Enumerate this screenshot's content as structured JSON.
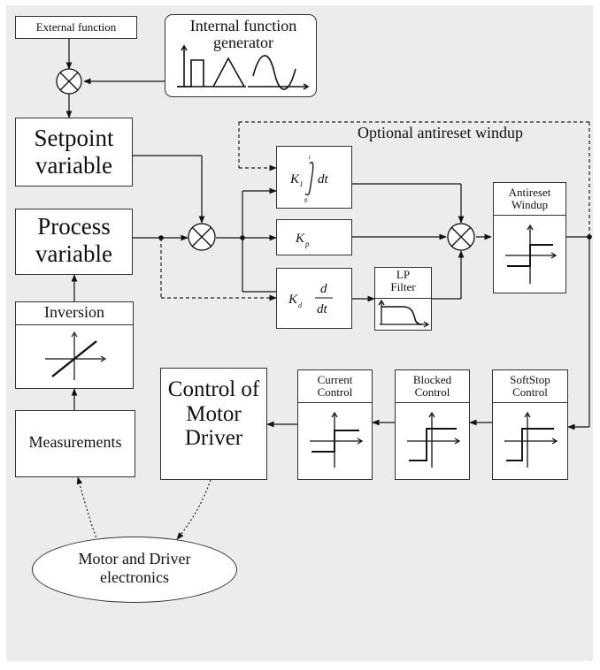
{
  "blocks": {
    "external_function": "External function",
    "internal_generator": "Internal function generator",
    "setpoint": "Setpoint variable",
    "process": "Process variable",
    "inversion": "Inversion",
    "measurements": "Measurements",
    "control_motor_driver": "Control of Motor Driver",
    "motor_driver_electronics": "Motor and Driver electronics",
    "antireset_windup": "Antireset Windup",
    "lp_filter": "LP Filter",
    "current_control": "Current Control",
    "blocked_control": "Blocked Control",
    "softstop_control": "SoftStop Control"
  },
  "annotations": {
    "optional_antireset": "Optional antireset windup"
  },
  "math": {
    "integral_gain": "K",
    "integral_sub": "I",
    "integral_upper": "t",
    "integral_lower": "0",
    "integral_dt": "dt",
    "proportional_gain": "K",
    "proportional_sub": "p",
    "derivative_gain": "K",
    "derivative_sub": "d",
    "derivative_num": "d",
    "derivative_den": "dt"
  }
}
